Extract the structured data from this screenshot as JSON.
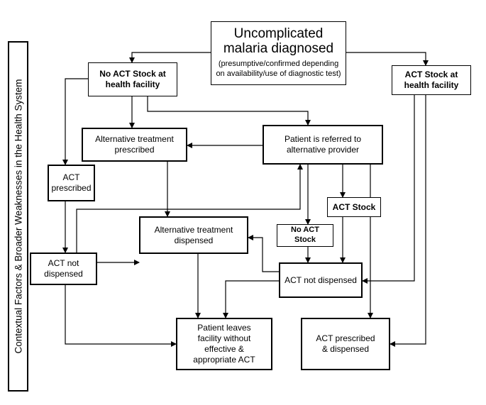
{
  "sidebar": {
    "label": "Contextual Factors & Broader Weaknesses in the Health System"
  },
  "nodes": {
    "diagnosed_title": "Uncomplicated malaria diagnosed",
    "diagnosed_sub": "(presumptive/confirmed depending on availability/use of diagnostic test)",
    "no_act_stock_facility": "No ACT Stock at health facility",
    "act_stock_facility": "ACT Stock at health facility",
    "alt_prescribed": "Alternative treatment prescribed",
    "referred": "Patient is referred to alternative provider",
    "act_prescribed": "ACT prescribed",
    "act_stock": "ACT Stock",
    "alt_dispensed": "Alternative treatment dispensed",
    "no_act_stock": "No ACT Stock",
    "act_not_dispensed_left": "ACT not dispensed",
    "act_not_dispensed_right": "ACT not dispensed",
    "leaves_facility": "Patient leaves facility without effective & appropriate ACT",
    "act_prescribed_dispensed": "ACT prescribed & dispensed"
  }
}
